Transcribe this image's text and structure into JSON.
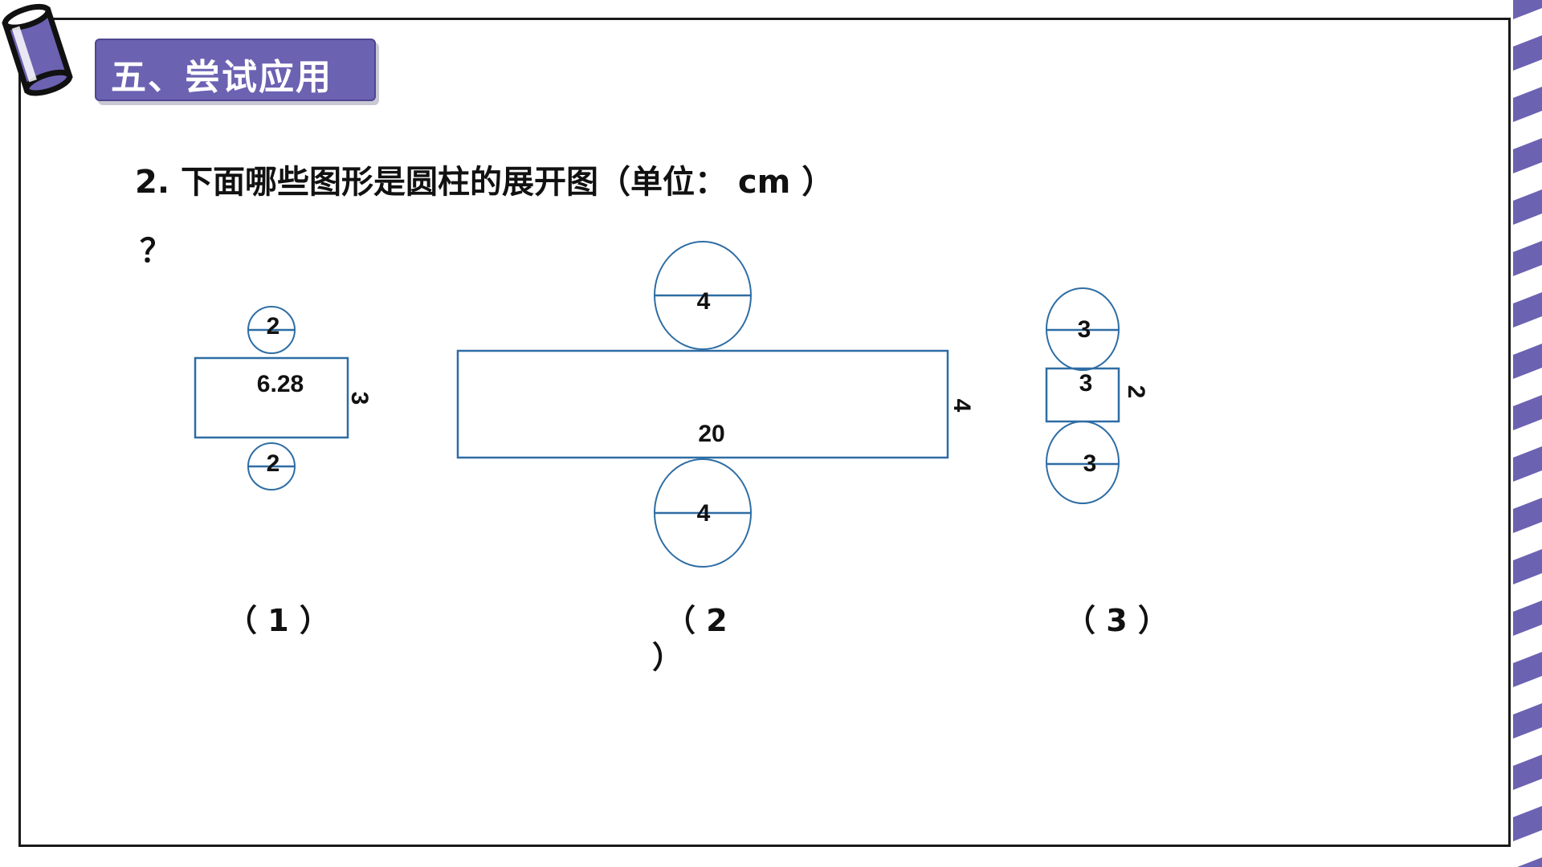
{
  "header": {
    "title": "五、尝试应用"
  },
  "question": {
    "text": "2. 下面哪些图形是圆柱的展开图（单位： cm ）",
    "mark": "？"
  },
  "figures": [
    {
      "caption": "（ 1 ）",
      "top_circle_label": "2",
      "bottom_circle_label": "2",
      "rect_length_label": "6.28",
      "rect_height_label": "3"
    },
    {
      "caption_line1": "（ 2",
      "caption_line2": "）",
      "top_circle_label": "4",
      "bottom_circle_label": "4",
      "rect_length_label": "20",
      "rect_height_label": "4"
    },
    {
      "caption": "（ 3 ）",
      "top_circle_label": "3",
      "bottom_circle_label": "3",
      "rect_length_label": "3",
      "rect_height_label": "2"
    }
  ],
  "colors": {
    "accent": "#6b62b2",
    "shape_stroke": "#2e6da4",
    "frame": "#1a1a1a"
  },
  "icons": {
    "logo": "cylinder-icon"
  }
}
